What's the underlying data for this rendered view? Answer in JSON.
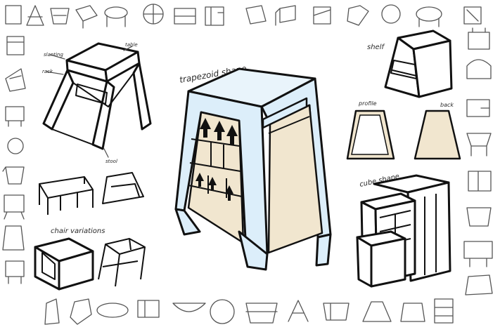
{
  "labels": {
    "trapezoid": "trapezoid shape",
    "shelf": "shelf",
    "profile": "profile",
    "back": "back",
    "cube": "cube shape",
    "chair": "chair variations",
    "slanting": "slanting",
    "table": "table",
    "rack": "rack",
    "stool": "stool"
  },
  "colors": {
    "frame": "#dceefa",
    "wood": "#f1e6cf",
    "ink": "#111111"
  },
  "icons": [
    "arrow-up-icon"
  ]
}
